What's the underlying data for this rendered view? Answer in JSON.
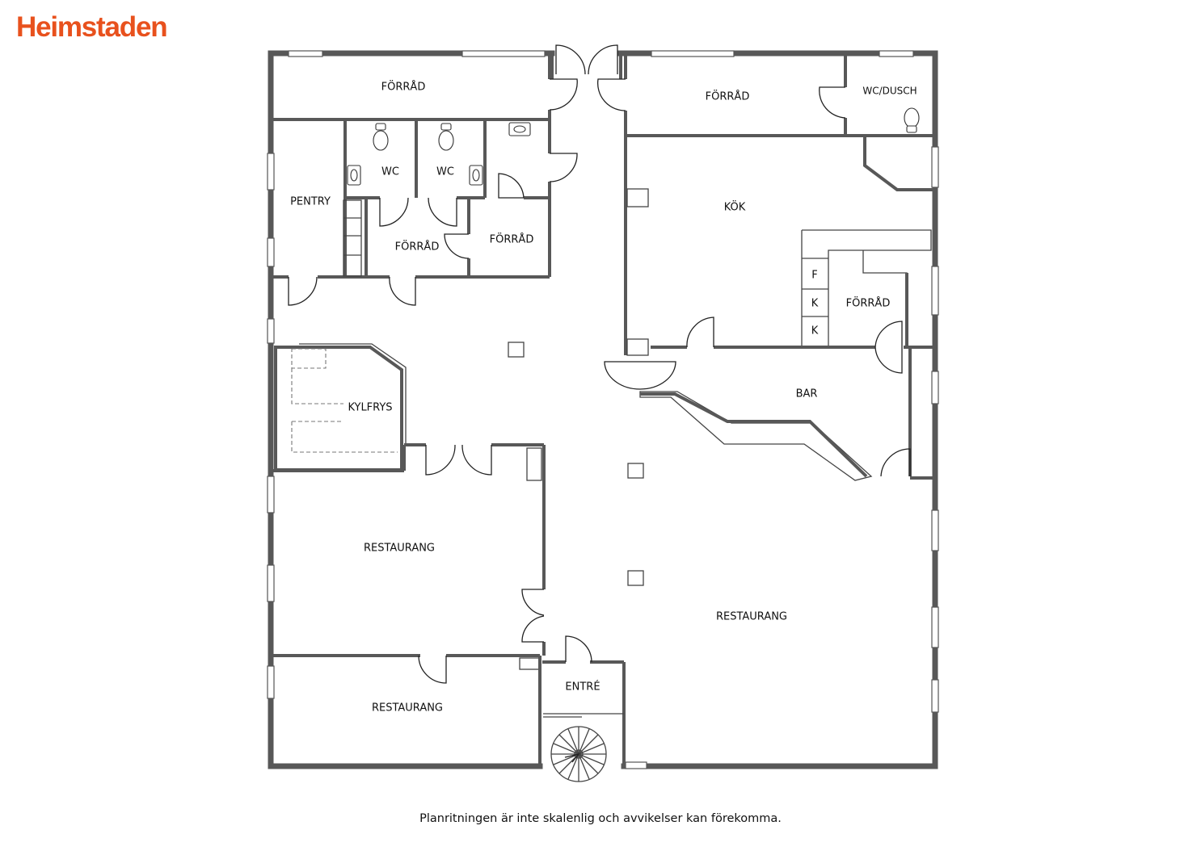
{
  "brand": {
    "logo_text": "Heimstaden",
    "color": "#e8511d"
  },
  "rooms": {
    "forrad_top_left": "FÖRRÅD",
    "forrad_top_right": "FÖRRÅD",
    "wc_dusch": "WC/DUSCH",
    "pentry": "PENTRY",
    "wc_1": "WC",
    "wc_2": "WC",
    "forrad_mid_1": "FÖRRÅD",
    "forrad_mid_2": "FÖRRÅD",
    "kok": "KÖK",
    "forrad_kitchen": "FÖRRÅD",
    "kylfrys": "KYLFRYS",
    "bar": "BAR",
    "restaurang_left": "RESTAURANG",
    "restaurang_right": "RESTAURANG",
    "restaurang_bottom": "RESTAURANG",
    "entre": "ENTRÉ"
  },
  "appliances": {
    "f": "F",
    "k1": "K",
    "k2": "K"
  },
  "footer": {
    "disclaimer": "Planritningen är inte skalenlig och avvikelser kan förekomma."
  }
}
